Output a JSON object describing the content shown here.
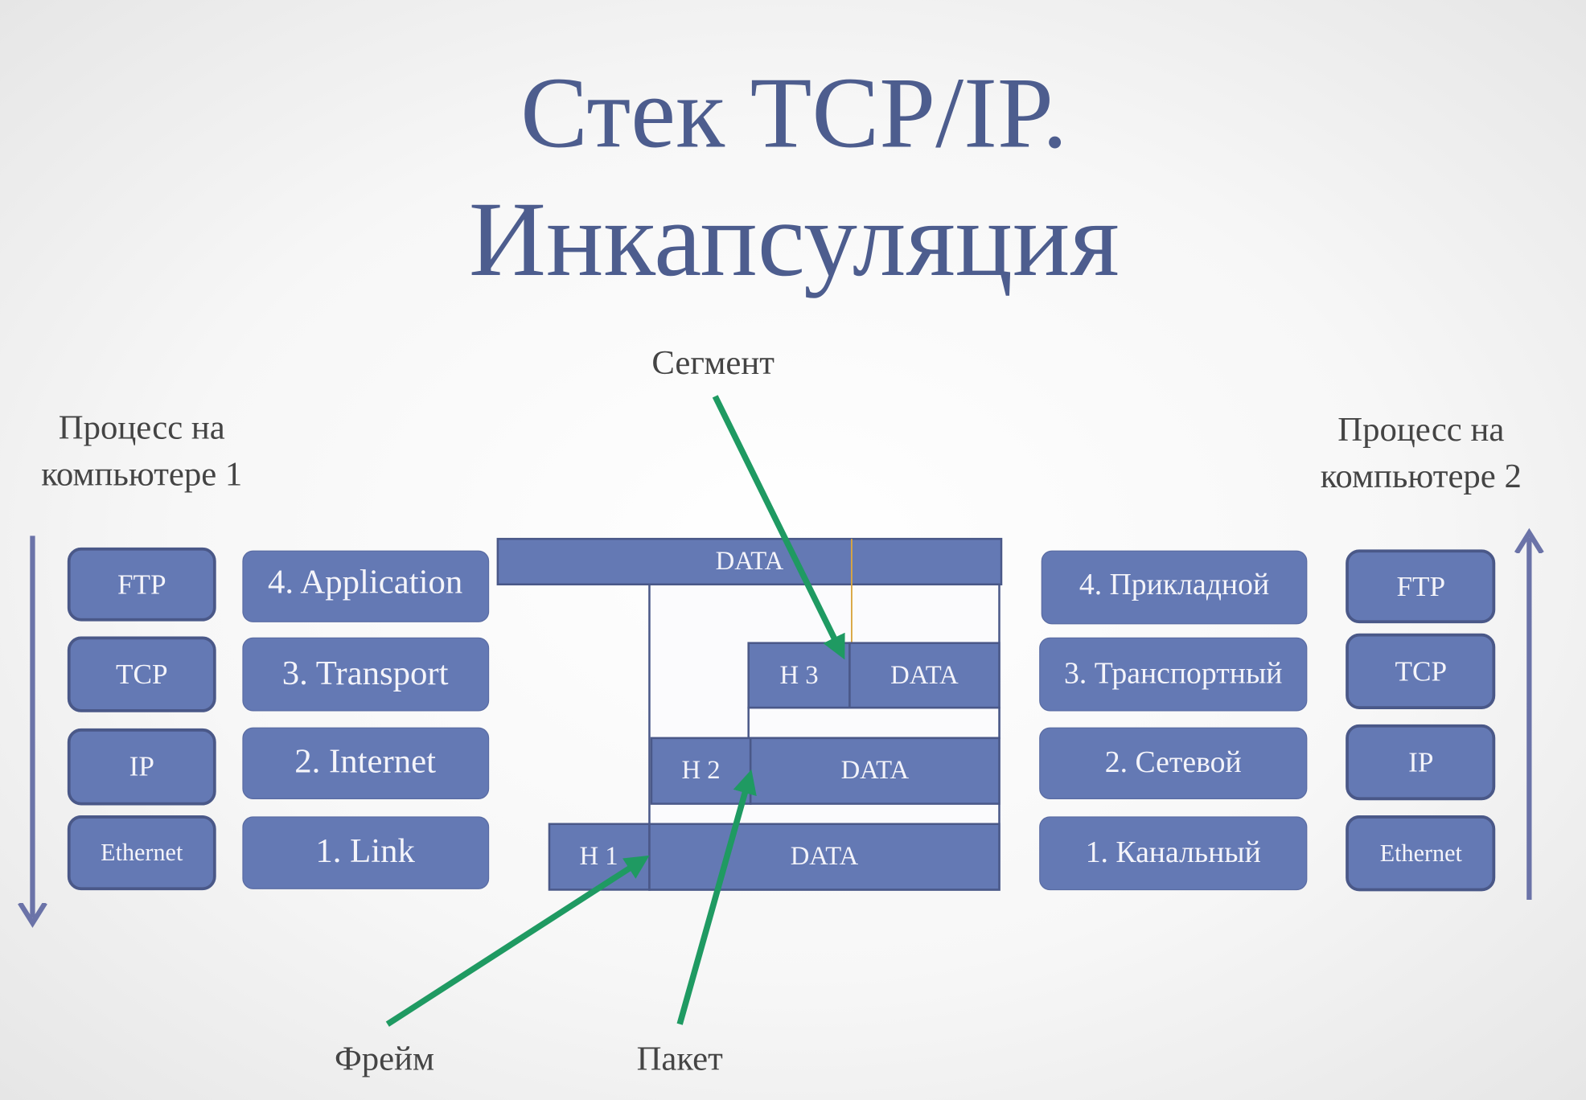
{
  "title": {
    "line1": "Стек TCP/IP.",
    "line2": "Инкапсуляция"
  },
  "left_process": {
    "line1": "Процесс на",
    "line2": "компьютере 1"
  },
  "right_process": {
    "line1": "Процесс на",
    "line2": "компьютере 2"
  },
  "left_protocols": [
    "FTP",
    "TCP",
    "IP",
    "Ethernet"
  ],
  "left_layers": [
    "4. Application",
    "3. Transport",
    "2. Internet",
    "1. Link"
  ],
  "right_layers": [
    "4. Прикладной",
    "3. Транспортный",
    "2. Сетевой",
    "1. Канальный"
  ],
  "right_protocols": [
    "FTP",
    "TCP",
    "IP",
    "Ethernet"
  ],
  "encapsulation": {
    "app_data": "DATA",
    "h3": "H 3",
    "h3_data": "DATA",
    "h2": "H 2",
    "h2_data": "DATA",
    "h1": "H 1",
    "h1_data": "DATA"
  },
  "annotations": {
    "segment": "Сегмент",
    "frame": "Фрейм",
    "packet": "Пакет"
  },
  "colors": {
    "box": "#6479b4",
    "arrow": "#1f9a62",
    "title": "#4d5d8e"
  }
}
